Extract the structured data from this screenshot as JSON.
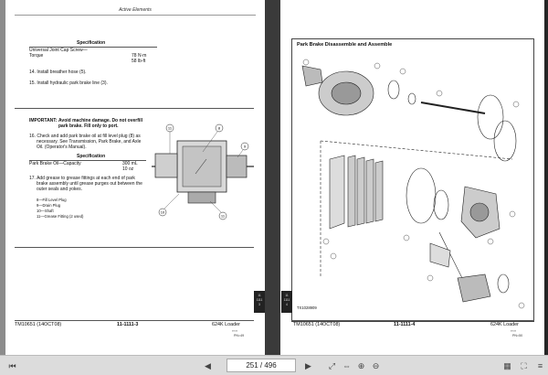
{
  "left_page": {
    "header": "Active Elements",
    "spec1": {
      "title": "Specification",
      "line1": "Universal Joint Cap Screw—",
      "line2": "Torque",
      "value1": "78 N·m",
      "value2": "58 lb-ft"
    },
    "step14": "14. Install breather hose (5).",
    "step15": "15. Install hydraulic park brake line (3).",
    "important": {
      "label": "IMPORTANT:",
      "line1": "Avoid machine damage. Do not overfill",
      "line2": "park brake. Fill only to port."
    },
    "step16": [
      "16. Check and add park brake oil at fill level plug (8) as",
      "necessary. See Transmission, Park Brake, and Axle",
      "Oil. (Operator's Manual)."
    ],
    "spec2": {
      "title": "Specification",
      "line1": "Park Brake Oil—Capacity",
      "value1": "300 mL",
      "value2": "10 oz"
    },
    "step17": [
      "17. Add grease to grease fittings at each end of park",
      "brake assembly until grease purges out between the",
      "outer seals and yokes."
    ],
    "legend": [
      "8—Fill Level Plug",
      "9—Drain Plug",
      "10—Shaft",
      "11—Grease Fitting (2 used)"
    ],
    "callouts": [
      "11",
      "8",
      "9",
      "10",
      "11"
    ],
    "footer": {
      "tm": "TM10651 (14OCT08)",
      "page": "11-1111-3",
      "model": "624K Loader",
      "extra1": "‹‹‹››",
      "extra2": "PN=49"
    },
    "tab": [
      "11",
      "1111",
      "3"
    ]
  },
  "right_page": {
    "title": "Park Brake Disassemble and Assemble",
    "figure_id": "TX1028909",
    "footer": {
      "tm": "TM10651 (14OCT08)",
      "page": "11-1111-4",
      "model": "624K Loader",
      "extra1": "‹‹‹››",
      "extra2": "PN=50"
    },
    "tab": [
      "11",
      "1111",
      "4"
    ]
  },
  "toolbar": {
    "page_indicator": "251 / 496"
  }
}
